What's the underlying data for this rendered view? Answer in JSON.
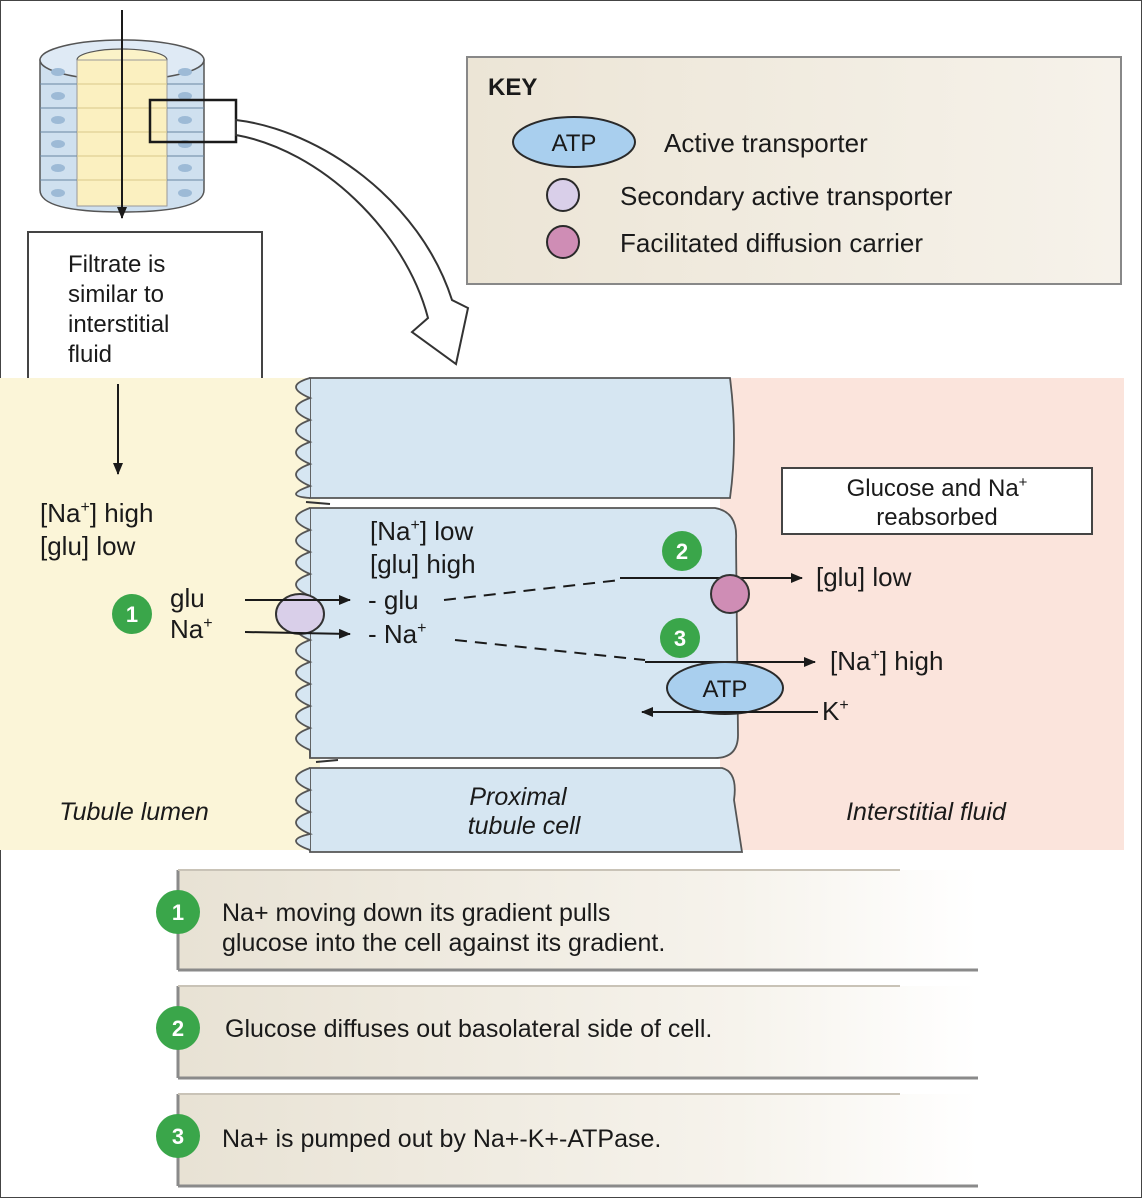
{
  "key": {
    "title": "KEY",
    "atp_symbol": "ATP",
    "active_label": "Active transporter",
    "secondary_label": "Secondary active transporter",
    "facilitated_label": "Facilitated diffusion carrier"
  },
  "filtrate_box": {
    "lines": [
      "Filtrate is",
      "similar to",
      "interstitial",
      "fluid"
    ]
  },
  "lumen": {
    "na": "[Na",
    "na_sup": "+",
    "na_tail": "] high",
    "glu": "[glu] low",
    "glu_label": "glu",
    "na_label": "Na",
    "na_label_sup": "+",
    "region_label": "Tubule lumen"
  },
  "cell": {
    "na": "[Na",
    "na_sup": "+",
    "na_tail": "] low",
    "glu": "[glu] high",
    "glu_label": "glu",
    "na_label": "Na",
    "na_label_sup": "+",
    "atp": "ATP",
    "region_label_1": "Proximal",
    "region_label_2": "tubule cell"
  },
  "interstitial": {
    "box_line1": "Glucose and Na",
    "box_line1_sup": "+",
    "box_line2": "reabsorbed",
    "glu": "[glu] low",
    "na": "[Na",
    "na_sup": "+",
    "na_tail": "] high",
    "k": "K",
    "k_sup": "+",
    "region_label": "Interstitial fluid"
  },
  "step_numbers": [
    "1",
    "2",
    "3"
  ],
  "steps": [
    {
      "number": "1",
      "line1": "Na+ moving down its gradient pulls",
      "line2": "glucose into the cell against its gradient."
    },
    {
      "number": "2",
      "line1": "Glucose diffuses out basolateral side of cell.",
      "line2": ""
    },
    {
      "number": "3",
      "line1": "Na+ is pumped out by Na+-K+-ATPase.",
      "line2": ""
    }
  ],
  "colors": {
    "lumen": "#fbf5d8",
    "cell": "#d6e6f2",
    "interstitial": "#fbe4dc",
    "key_bg": "#efe9dc",
    "step_green": "#3aa64a",
    "atp_blue": "#a9cfee",
    "secondary_purple": "#d9cfe9",
    "facilitated_pink": "#cf8db5"
  }
}
